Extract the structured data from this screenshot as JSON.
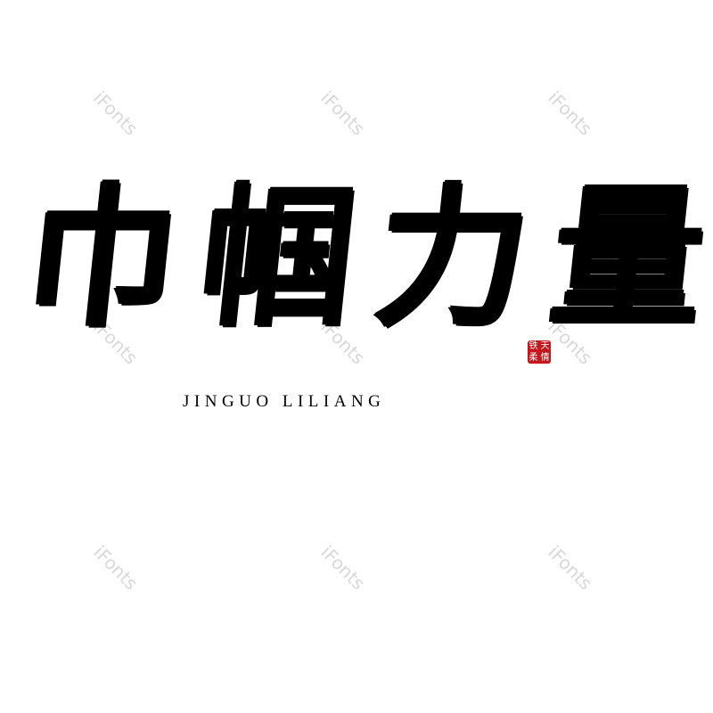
{
  "watermark": "iFonts",
  "title": {
    "chars": [
      "巾",
      "帼",
      "力",
      "量"
    ]
  },
  "subtitle": "JINGUO LILIANG",
  "seal": {
    "text": [
      "铁",
      "天",
      "柔",
      "情"
    ],
    "color": "#c8161d"
  },
  "colors": {
    "ink": "#000000",
    "background": "#ffffff",
    "watermark": "#d8d8d8"
  }
}
